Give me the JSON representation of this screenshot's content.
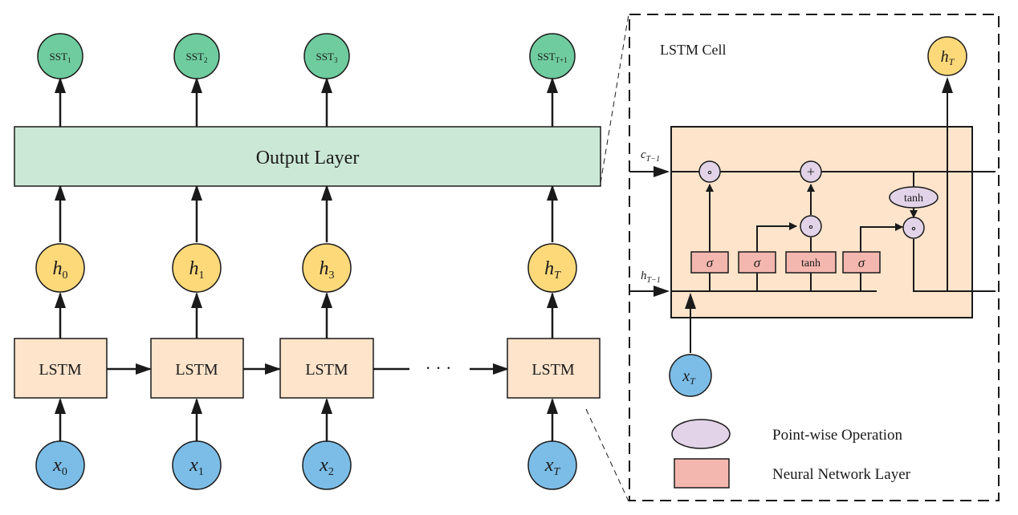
{
  "colors": {
    "output_node": "#6fcc9e",
    "hidden_node": "#fdd97a",
    "input_node": "#7cbde7",
    "lstm_box": "#fde4cb",
    "output_layer": "#cbe8d6",
    "gate_box": "#f4b7af",
    "pointwise": "#e2d3e8",
    "stroke": "#1a1a1a"
  },
  "output_nodes": [
    {
      "base": "SST",
      "sub": "1"
    },
    {
      "base": "SST",
      "sub": "2"
    },
    {
      "base": "SST",
      "sub": "3"
    },
    {
      "base": "SST",
      "sub": "T+1"
    }
  ],
  "output_layer_label": "Output Layer",
  "hidden_nodes": [
    {
      "base": "h",
      "sub": "0"
    },
    {
      "base": "h",
      "sub": "1"
    },
    {
      "base": "h",
      "sub": "3"
    },
    {
      "base": "h",
      "sub": "T"
    }
  ],
  "lstm_label": "LSTM",
  "ellipsis": "· · ·",
  "input_nodes": [
    {
      "base": "x",
      "sub": "0"
    },
    {
      "base": "x",
      "sub": "1"
    },
    {
      "base": "x",
      "sub": "2"
    },
    {
      "base": "x",
      "sub": "T"
    }
  ],
  "cell": {
    "title": "LSTM Cell",
    "output": {
      "base": "h",
      "sub": "T"
    },
    "input": {
      "base": "x",
      "sub": "T"
    },
    "c_prev": {
      "base": "c",
      "sub": "T−1"
    },
    "h_prev": {
      "base": "h",
      "sub": "T−1"
    },
    "gates": [
      "σ",
      "σ",
      "tanh",
      "σ"
    ],
    "tanh_op": "tanh",
    "multiply_symbol": "∘",
    "add_symbol": "+"
  },
  "legend": {
    "pointwise": "Point-wise Operation",
    "layer": "Neural Network Layer"
  }
}
